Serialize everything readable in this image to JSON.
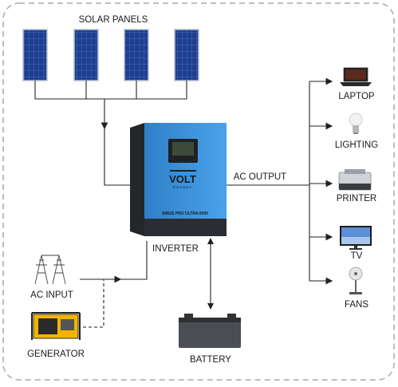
{
  "labels": {
    "solar_panels": "SOLAR PANELS",
    "inverter": "INVERTER",
    "ac_output": "AC OUTPUT",
    "ac_input": "AC INPUT",
    "generator": "GENERATOR",
    "battery": "BATTERY",
    "laptop": "LAPTOP",
    "lighting": "LIGHTING",
    "printer": "PRINTER",
    "tv": "TV",
    "fans": "FANS"
  },
  "inverter_device": {
    "brand": "VOLT",
    "brand_sub": "POLSKA",
    "model": "SINUS PRO ULTRA 6000"
  },
  "icons": [
    "solar-panel-icon",
    "inverter-icon",
    "power-tower-icon",
    "generator-icon",
    "battery-icon",
    "laptop-icon",
    "light-bulb-icon",
    "printer-icon",
    "tv-icon",
    "fan-icon"
  ],
  "colors": {
    "inverter_body": "#3a8fd8",
    "inverter_dark": "#2a2d33",
    "panel_blue": "#1d3c8a",
    "generator_yellow": "#f2b400",
    "battery_gray": "#4a4d52"
  }
}
